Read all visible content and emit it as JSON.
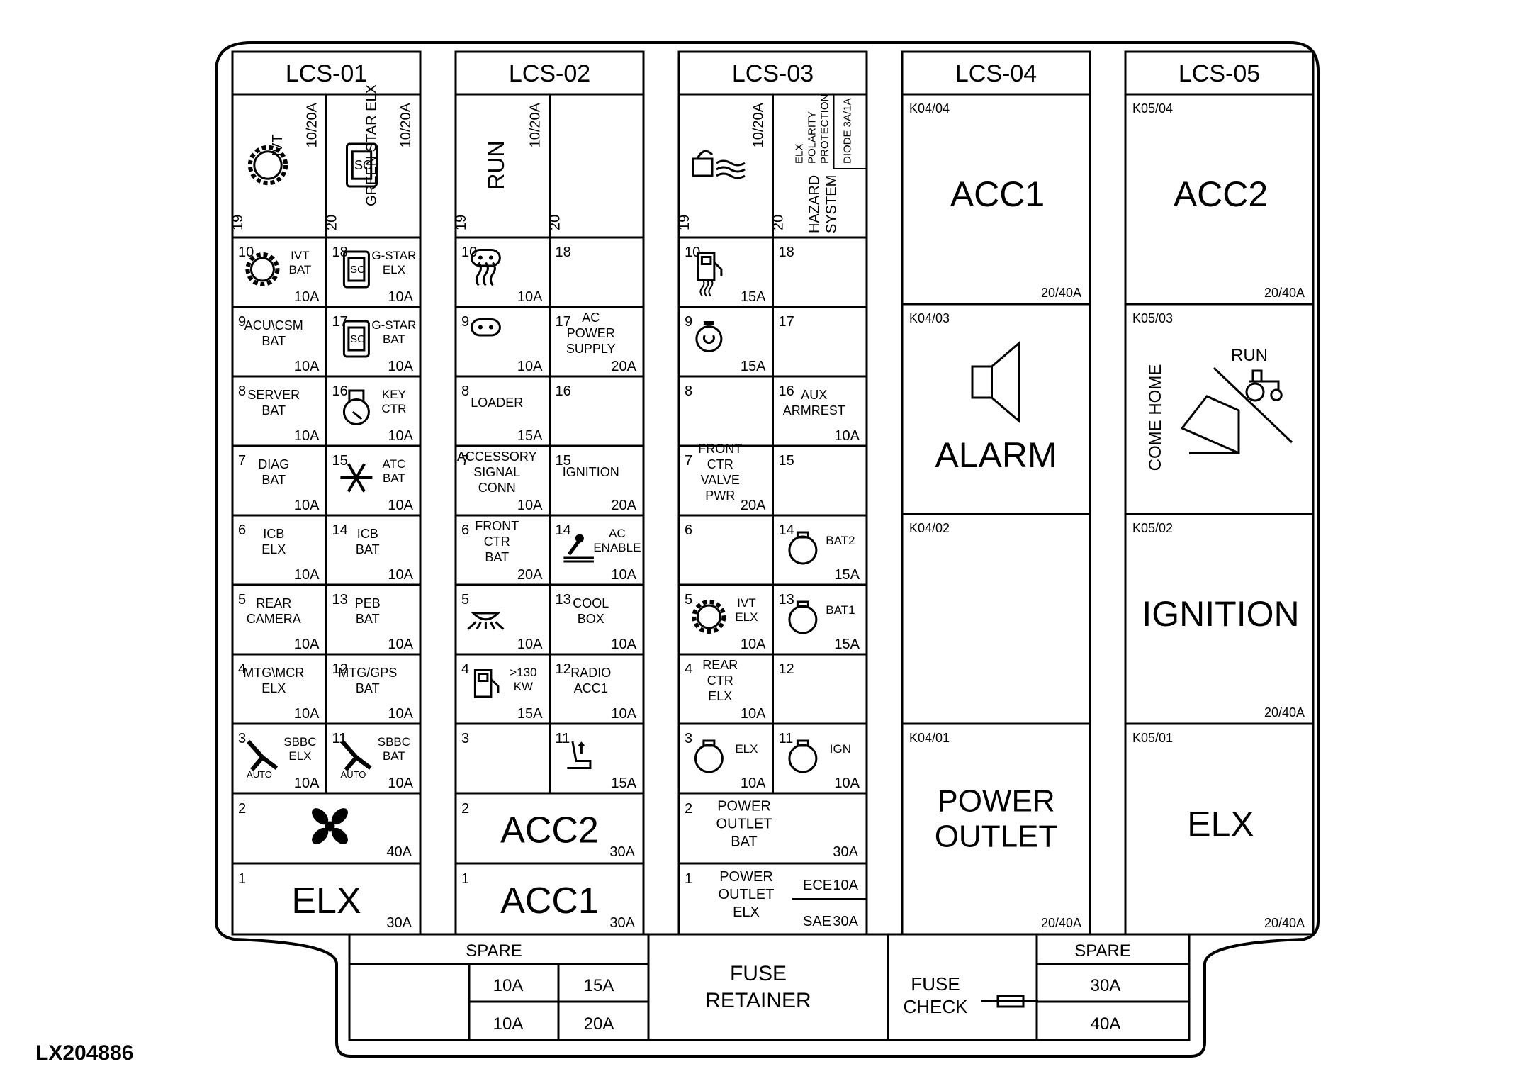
{
  "figure_id": "LX204886",
  "panels": [
    {
      "title": "LCS-01",
      "top": [
        {
          "num": "19",
          "label": "IVT",
          "rating": "10/20A",
          "icon": "sprocket-icon"
        },
        {
          "num": "20",
          "label": "GREEN STAR ELX",
          "rating": "10/20A",
          "icon": "iso-monitor-icon"
        }
      ],
      "rows": [
        [
          {
            "num": "10",
            "label": "IVT BAT",
            "rating": "10A",
            "icon": "sprocket-icon"
          },
          {
            "num": "18",
            "label": "G-STAR ELX",
            "rating": "10A",
            "icon": "iso-monitor-icon"
          }
        ],
        [
          {
            "num": "9",
            "label": "ACU\\CSM BAT",
            "rating": "10A"
          },
          {
            "num": "17",
            "label": "G-STAR BAT",
            "rating": "10A",
            "icon": "iso-monitor-icon"
          }
        ],
        [
          {
            "num": "8",
            "label": "SERVER BAT",
            "rating": "10A"
          },
          {
            "num": "16",
            "label": "KEY CTR",
            "rating": "10A",
            "icon": "key-icon"
          }
        ],
        [
          {
            "num": "7",
            "label": "DIAG BAT",
            "rating": "10A"
          },
          {
            "num": "15",
            "label": "ATC BAT",
            "rating": "10A",
            "icon": "snowflake-icon"
          }
        ],
        [
          {
            "num": "6",
            "label": "ICB ELX",
            "rating": "10A"
          },
          {
            "num": "14",
            "label": "ICB BAT",
            "rating": "10A"
          }
        ],
        [
          {
            "num": "5",
            "label": "REAR CAMERA",
            "rating": "10A"
          },
          {
            "num": "13",
            "label": "PEB BAT",
            "rating": "10A"
          }
        ],
        [
          {
            "num": "4",
            "label": "MTG\\MCR ELX",
            "rating": "10A"
          },
          {
            "num": "12",
            "label": "MTG/GPS BAT",
            "rating": "10A"
          }
        ],
        [
          {
            "num": "3",
            "label": "SBBC ELX",
            "sub": "AUTO",
            "rating": "10A",
            "icon": "steering-icon"
          },
          {
            "num": "11",
            "label": "SBBC BAT",
            "sub": "AUTO",
            "rating": "10A",
            "icon": "steering-icon"
          }
        ]
      ],
      "wide": [
        {
          "num": "2",
          "label": "",
          "rating": "40A",
          "icon": "fan-icon"
        },
        {
          "num": "1",
          "label": "ELX",
          "rating": "30A"
        }
      ]
    },
    {
      "title": "LCS-02",
      "top": [
        {
          "num": "19",
          "label": "RUN",
          "rating": "10/20A"
        },
        {
          "num": "20",
          "label": "",
          "rating": ""
        }
      ],
      "rows": [
        [
          {
            "num": "10",
            "label": "",
            "rating": "10A",
            "icon": "heated-seat-icon"
          },
          {
            "num": "18",
            "label": "",
            "rating": ""
          }
        ],
        [
          {
            "num": "9",
            "label": "",
            "rating": "10A",
            "icon": "seat-icon"
          },
          {
            "num": "17",
            "label": "AC POWER SUPPLY",
            "rating": "20A"
          }
        ],
        [
          {
            "num": "8",
            "label": "LOADER",
            "rating": "15A"
          },
          {
            "num": "16",
            "label": "",
            "rating": ""
          }
        ],
        [
          {
            "num": "7",
            "label": "ACCESSORY SIGNAL CONN",
            "rating": "10A"
          },
          {
            "num": "15",
            "label": "IGNITION",
            "rating": "20A"
          }
        ],
        [
          {
            "num": "6",
            "label": "FRONT CTR BAT",
            "rating": "20A"
          },
          {
            "num": "14",
            "label": "AC ENABLE",
            "rating": "10A",
            "icon": "ac-enable-icon"
          }
        ],
        [
          {
            "num": "5",
            "label": "",
            "rating": "10A",
            "icon": "dome-light-icon"
          },
          {
            "num": "13",
            "label": "COOL BOX",
            "rating": "10A"
          }
        ],
        [
          {
            "num": "4",
            "label": ">130 KW",
            "rating": "15A",
            "icon": "fuel-pump-icon"
          },
          {
            "num": "12",
            "label": "RADIO ACC1",
            "rating": "10A"
          }
        ],
        [
          {
            "num": "3",
            "label": "",
            "rating": ""
          },
          {
            "num": "11",
            "label": "",
            "rating": "15A",
            "icon": "seat-adjust-icon"
          }
        ]
      ],
      "wide": [
        {
          "num": "2",
          "label": "ACC2",
          "rating": "30A"
        },
        {
          "num": "1",
          "label": "ACC1",
          "rating": "30A"
        }
      ]
    },
    {
      "title": "LCS-03",
      "top": [
        {
          "num": "19",
          "label": "",
          "rating": "10/20A",
          "icon": "heated-mirror-icon"
        },
        {
          "num": "20",
          "label": "HAZARD SYSTEM",
          "rating": "",
          "icon": "elx-polarity-protection"
        }
      ],
      "rows": [
        [
          {
            "num": "10",
            "label": "",
            "rating": "15A",
            "icon": "fuel-heater-icon"
          },
          {
            "num": "18",
            "label": "",
            "rating": ""
          }
        ],
        [
          {
            "num": "9",
            "label": "",
            "rating": "15A",
            "icon": "engine-icon"
          },
          {
            "num": "17",
            "label": "",
            "rating": ""
          }
        ],
        [
          {
            "num": "8",
            "label": "",
            "rating": ""
          },
          {
            "num": "16",
            "label": "AUX ARMREST",
            "rating": "10A"
          }
        ],
        [
          {
            "num": "7",
            "label": "FRONT CTR VALVE PWR",
            "rating": "20A"
          },
          {
            "num": "15",
            "label": "",
            "rating": ""
          }
        ],
        [
          {
            "num": "6",
            "label": "",
            "rating": ""
          },
          {
            "num": "14",
            "label": "BAT2",
            "rating": "15A",
            "icon": "socket-icon"
          }
        ],
        [
          {
            "num": "5",
            "label": "IVT ELX",
            "rating": "10A",
            "icon": "sprocket-icon"
          },
          {
            "num": "13",
            "label": "BAT1",
            "rating": "15A",
            "icon": "socket-icon"
          }
        ],
        [
          {
            "num": "4",
            "label": "REAR CTR ELX",
            "rating": "10A"
          },
          {
            "num": "12",
            "label": "",
            "rating": ""
          }
        ],
        [
          {
            "num": "3",
            "label": "ELX",
            "rating": "10A",
            "icon": "socket-icon"
          },
          {
            "num": "11",
            "label": "IGN",
            "rating": "10A",
            "icon": "socket-icon"
          }
        ]
      ],
      "wide": [
        {
          "num": "2",
          "label": "POWER OUTLET BAT",
          "rating": "30A"
        },
        {
          "num": "1",
          "label": "POWER OUTLET ELX",
          "rating": "",
          "ece": "ECE",
          "ece_rating": "10A",
          "sae": "SAE",
          "sae_rating": "30A"
        }
      ]
    },
    {
      "title": "LCS-04",
      "relays": [
        {
          "id": "K04/04",
          "label": "ACC1",
          "rating": "20/40A"
        },
        {
          "id": "K04/03",
          "label": "ALARM",
          "rating": "",
          "icon": "speaker-icon"
        },
        {
          "id": "K04/02",
          "label": "",
          "rating": ""
        },
        {
          "id": "K04/01",
          "label": "POWER OUTLET",
          "rating": "20/40A"
        }
      ]
    },
    {
      "title": "LCS-05",
      "relays": [
        {
          "id": "K05/04",
          "label": "ACC2",
          "rating": "20/40A"
        },
        {
          "id": "K05/03",
          "label": "COME HOME",
          "run": "RUN",
          "rating": "",
          "icon": "tractor-icon"
        },
        {
          "id": "K05/02",
          "label": "IGNITION",
          "rating": "20/40A"
        },
        {
          "id": "K05/01",
          "label": "ELX",
          "rating": "20/40A"
        }
      ]
    }
  ],
  "elx_polarity": {
    "line1": "ELX",
    "line2": "POLARITY",
    "line3": "PROTECTION",
    "diode": "DIODE 3A/1A"
  },
  "bottom": {
    "spare_left_title": "SPARE",
    "spare_left": [
      "10A",
      "15A",
      "10A",
      "20A"
    ],
    "fuse_retainer": "FUSE RETAINER",
    "fuse_check": "FUSE CHECK",
    "spare_right_title": "SPARE",
    "spare_right": [
      "30A",
      "40A"
    ]
  }
}
